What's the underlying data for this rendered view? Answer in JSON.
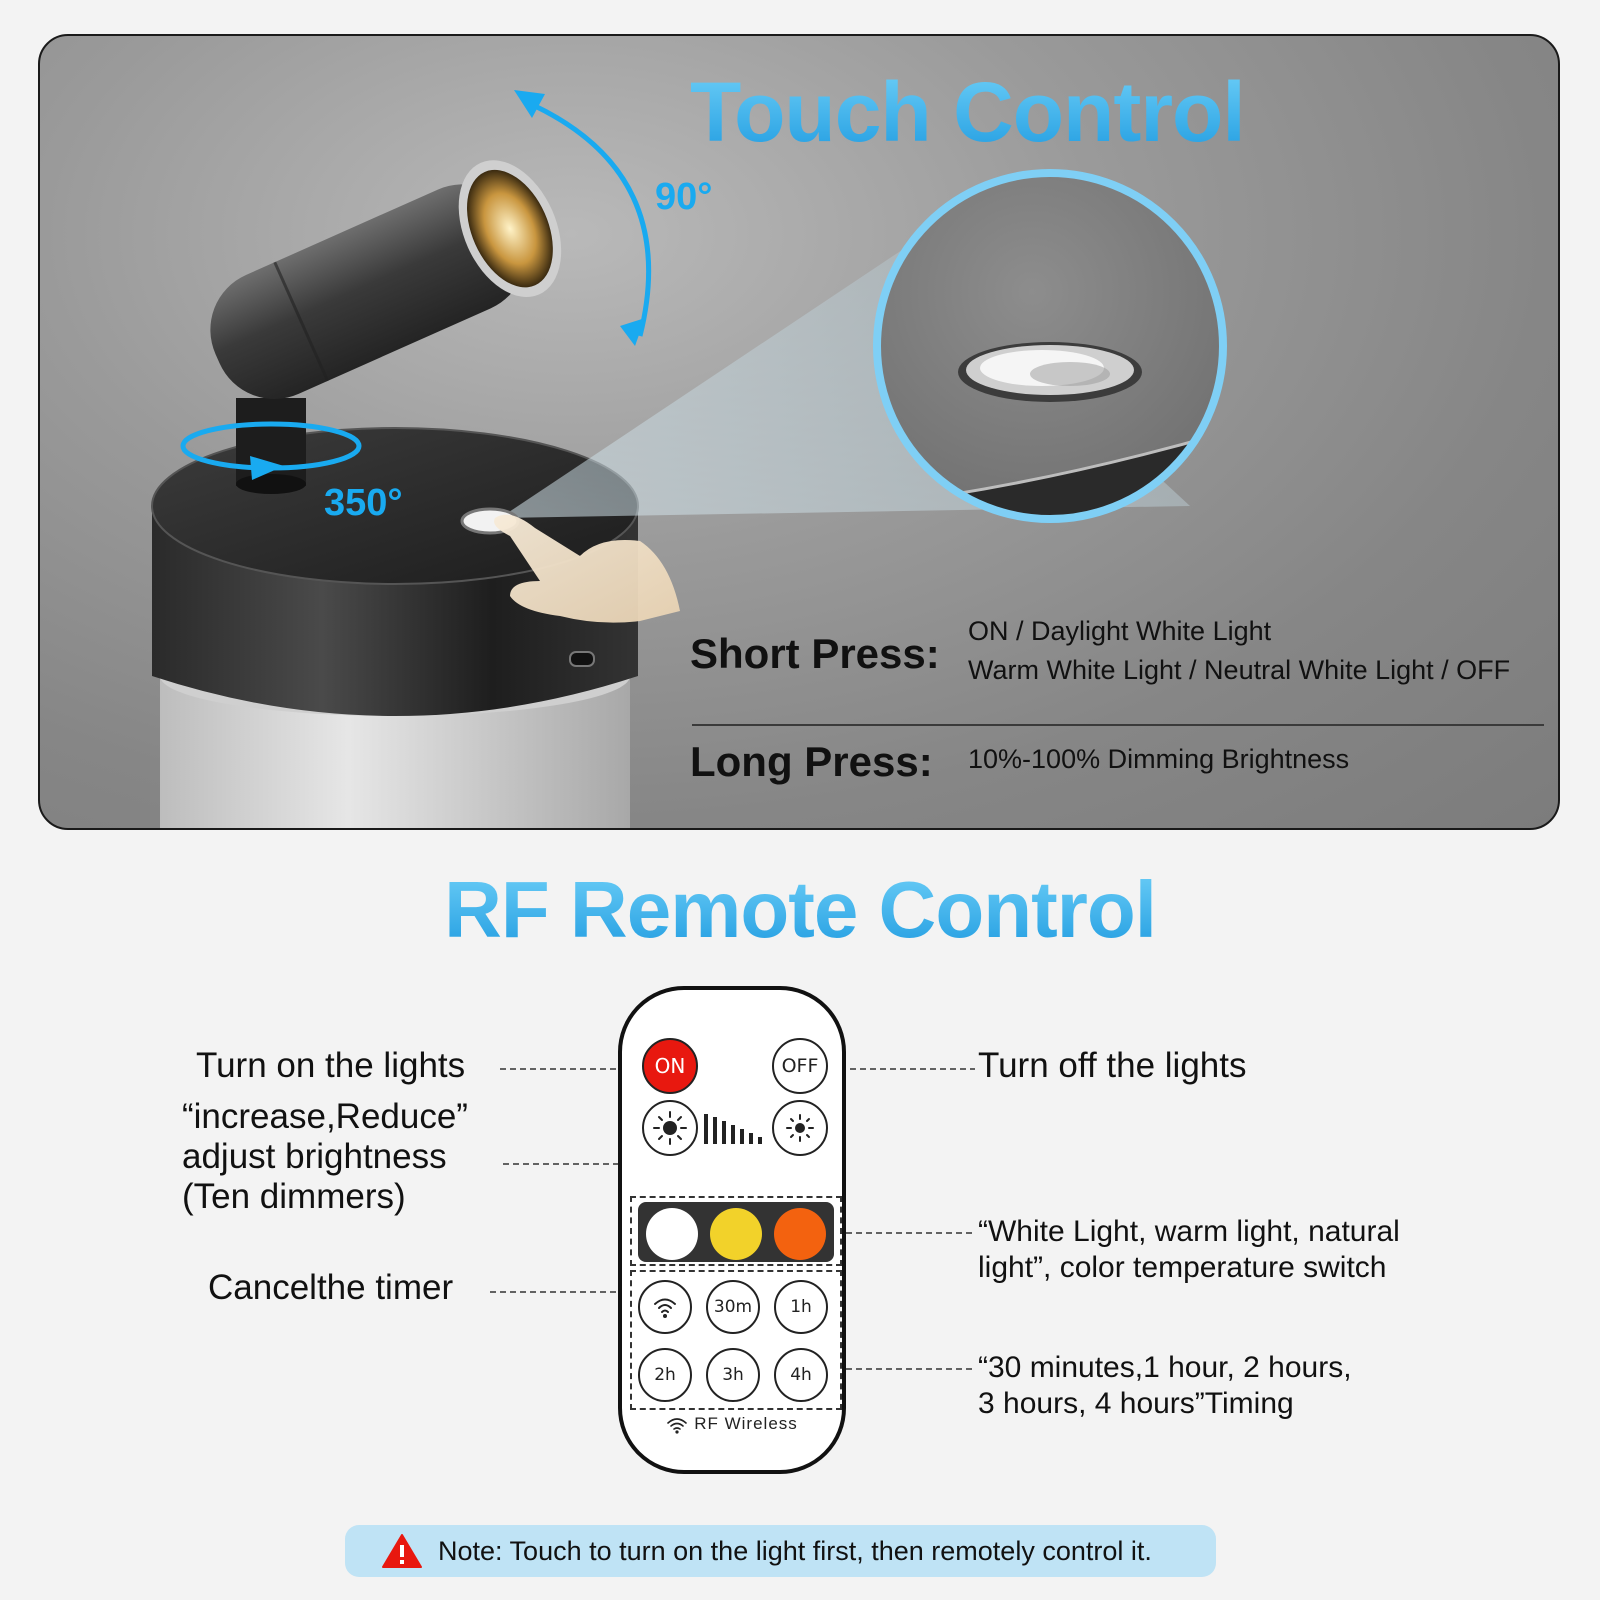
{
  "touch": {
    "title": "Touch Control",
    "angle_tilt": "90°",
    "angle_rotate": "350°",
    "short_press_label": "Short Press:",
    "short_press_line1": "ON / Daylight White Light",
    "short_press_line2": "Warm White Light / Neutral White Light / OFF",
    "long_press_label": "Long Press:",
    "long_press_desc": "10%-100% Dimming Brightness"
  },
  "rf": {
    "title": "RF Remote Control",
    "remote": {
      "on": "ON",
      "off": "OFF",
      "timer_30m": "30m",
      "timer_1h": "1h",
      "timer_2h": "2h",
      "timer_3h": "3h",
      "timer_4h": "4h",
      "footer": "RF Wireless"
    },
    "callouts": {
      "on": "Turn on the lights",
      "brightness_1": "“increase,Reduce”",
      "brightness_2": "adjust brightness",
      "brightness_3": "(Ten dimmers)",
      "cancel": "Cancelthe timer",
      "off": "Turn off the lights",
      "color_1": "“White Light, warm light, natural",
      "color_2": "light”, color temperature switch",
      "timer_1": "“30 minutes,1 hour, 2 hours,",
      "timer_2": "3 hours, 4 hours”Timing"
    },
    "colors": {
      "white": "#ffffff",
      "warm": "#f2d22a",
      "orange": "#f3620f",
      "on_button": "#e8180f"
    }
  },
  "note": {
    "text": "Note: Touch to turn on the light first, then remotely control it."
  },
  "accent_color": "#1f9be0"
}
